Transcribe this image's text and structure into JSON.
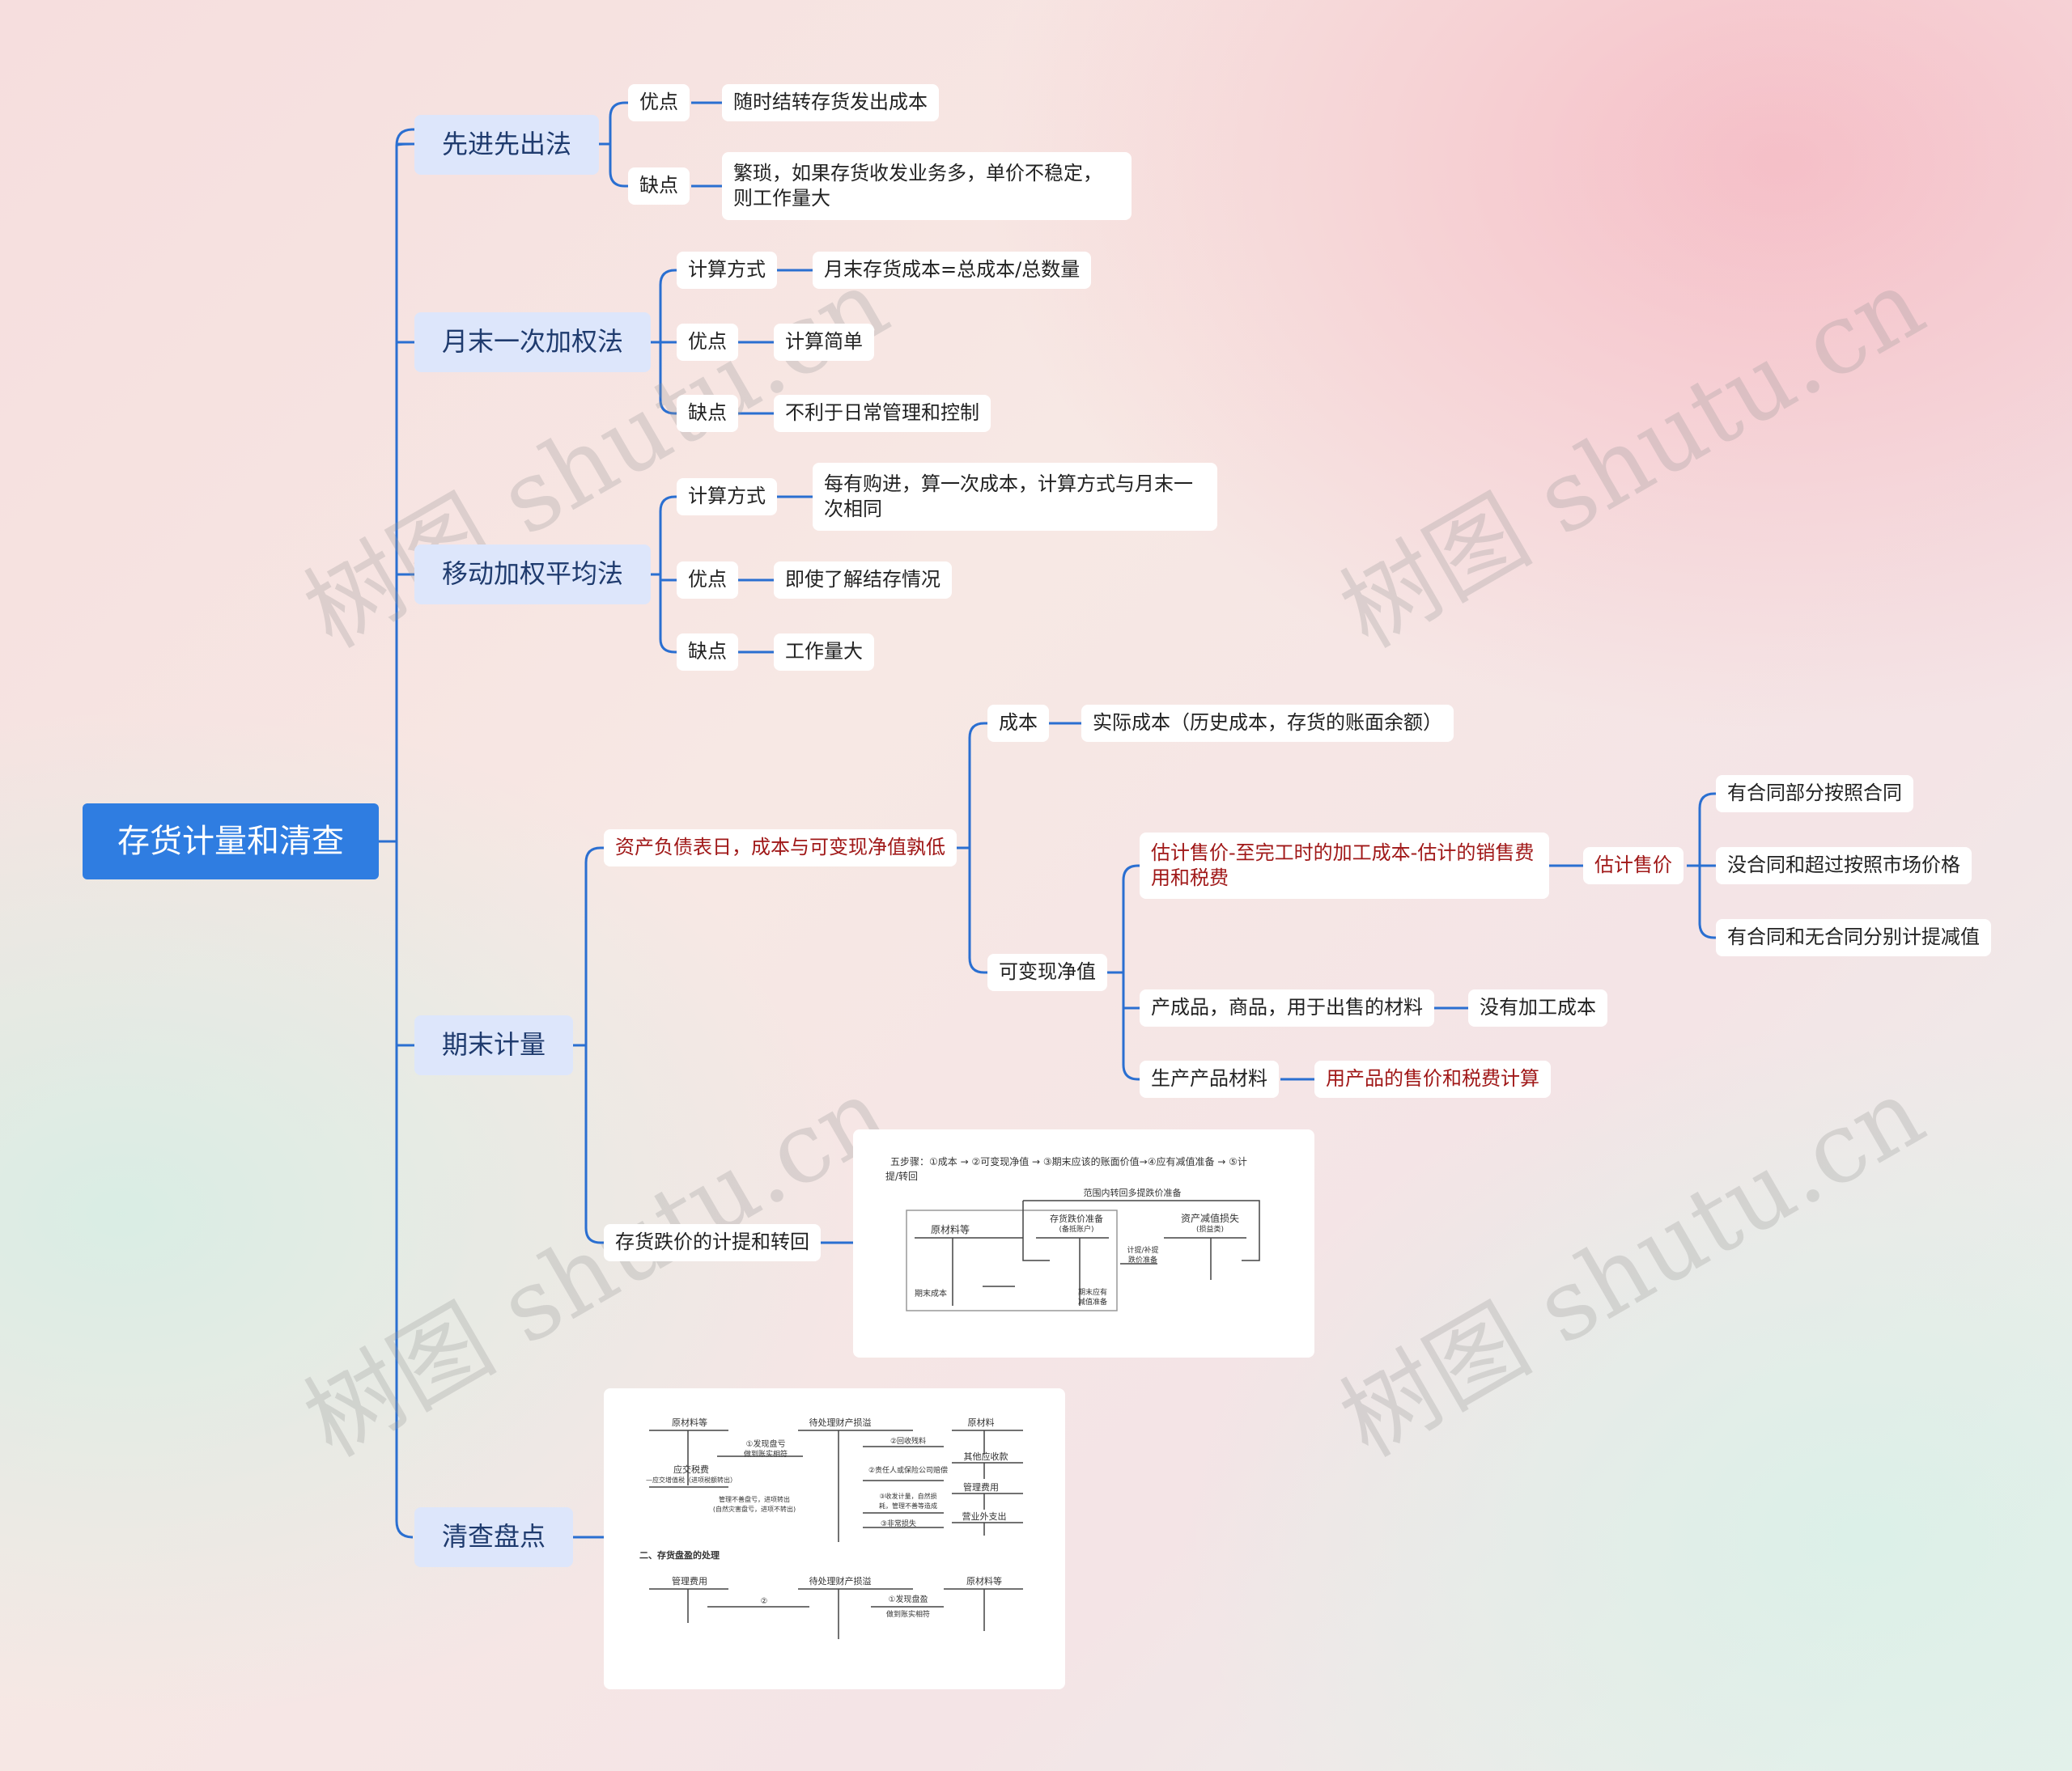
{
  "root": "存货计量和清查",
  "branches": {
    "fifo": {
      "title": "先进先出法",
      "pro_label": "优点",
      "pro": "随时结转存货发出成本",
      "con_label": "缺点",
      "con": "繁琐，如果存货收发业务多，单价不稳定，则工作量大"
    },
    "monthly": {
      "title": "月末一次加权法",
      "calc_label": "计算方式",
      "calc": "月末存货成本=总成本/总数量",
      "pro_label": "优点",
      "pro": "计算简单",
      "con_label": "缺点",
      "con": "不利于日常管理和控制"
    },
    "moving": {
      "title": "移动加权平均法",
      "calc_label": "计算方式",
      "calc": "每有购进，算一次成本，计算方式与月末一次相同",
      "pro_label": "优点",
      "pro": "即使了解结存情况",
      "con_label": "缺点",
      "con": "工作量大"
    },
    "period_end": {
      "title": "期末计量",
      "balance": "资产负债表日，成本与可变现净值孰低",
      "cost_label": "成本",
      "cost": "实际成本（历史成本，存货的账面余额）",
      "nrv_label": "可变现净值",
      "nrv_formula": "估计售价-至完工时的加工成本-估计的销售费用和税费",
      "est_price": "估计售价",
      "est_items": [
        "有合同部分按照合同",
        "没合同和超过按照市场价格",
        "有合同和无合同分别计提减值"
      ],
      "finished": "产成品，商品，用于出售的材料",
      "finished_note": "没有加工成本",
      "material": "生产产品材料",
      "material_note": "用产品的售价和税费计算",
      "writedown": "存货跌价的计提和转回"
    },
    "count": {
      "title": "清查盘点"
    }
  },
  "diagram1": {
    "line1": "五步骤：①成本 → ②可变现净值 → ③期末应该的账面价值→④应有减值准备 → ⑤计",
    "line2": "提/转回",
    "top": "范围内转回多提跌价准备",
    "acc1": "原材料等",
    "acc1_bottom": "期末成本",
    "acc2": "存货跌价准备",
    "acc2_sub": "(备抵账户)",
    "acc2_bottom1": "期末应有",
    "acc2_bottom2": "减值准备",
    "acc3": "资产减值损失",
    "acc3_sub": "(损益类)",
    "mid1": "计提/补提",
    "mid2": "跌价准备"
  },
  "diagram2": {
    "a1": "原材料等",
    "a2": "待处理财产损溢",
    "a3": "原材料",
    "n1": "①发现盘亏",
    "n1b": "做到账实相符",
    "vat": "应交税费",
    "vat_sub": "—应交增值税（进项税额转出）",
    "n2": "管理不善盘亏，进项转出",
    "n2b": "(自然灾害盘亏，进项不转出)",
    "r1": "②回收残料",
    "r2": "其他应收款",
    "r2n": "②责任人或保险公司赔偿",
    "r3": "管理费用",
    "r3n": "③收发计量，自然损",
    "r3n2": "耗，管理不善等造成",
    "r4": "营业外支出",
    "r4n": "③非常损失",
    "section2": "二、存货盘盈的处理",
    "b1": "管理费用",
    "b2": "待处理财产损溢",
    "b3": "原材料等",
    "bn": "②",
    "bn2": "①发现盘盈",
    "bn2b": "做到账实相符"
  },
  "watermark": "树图 shutu.cn"
}
